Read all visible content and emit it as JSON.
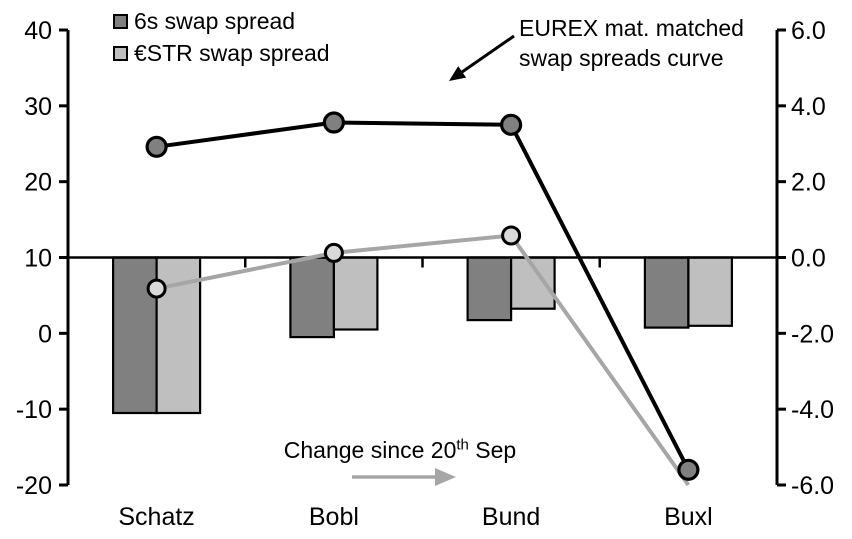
{
  "colors": {
    "series_dark": "#808080",
    "series_light": "#BFBFBF",
    "line_dark": "#000000",
    "line_gray": "#A6A6A6",
    "marker_dark_fill": "#808080",
    "marker_light_fill": "#D9D9D9",
    "axis": "#000000",
    "background": "#FFFFFF"
  },
  "legend": {
    "items": [
      {
        "label": "6s swap spread",
        "color": "#808080"
      },
      {
        "label": "€STR swap spread",
        "color": "#BFBFBF"
      }
    ]
  },
  "annotations": {
    "eurex": {
      "line1": "EUREX mat. matched",
      "line2": "swap spreads curve"
    },
    "change": {
      "prefix": "Change since 20",
      "superscript": "th",
      "suffix": " Sep"
    }
  },
  "chart_data": {
    "type": "combo (bar + line, dual axis)",
    "categories": [
      "Schatz",
      "Bobl",
      "Bund",
      "Buxl"
    ],
    "left_axis": {
      "tick_labels": [
        "40",
        "30",
        "20",
        "10",
        "0",
        "-10",
        "-20"
      ],
      "min": -20,
      "max": 40,
      "applies_to": "swap spread lines (bps)"
    },
    "right_axis": {
      "tick_labels": [
        "6.0",
        "4.0",
        "2.0",
        "0.0",
        "-2.0",
        "-4.0",
        "-6.0"
      ],
      "min": -6,
      "max": 6,
      "applies_to": "change since 20th Sep bars"
    },
    "bar_series": [
      {
        "name": "6s swap spread",
        "axis": "right",
        "color": "#808080",
        "values": [
          -4.1,
          -2.1,
          -1.65,
          -1.85
        ]
      },
      {
        "name": "€STR swap spread",
        "axis": "right",
        "color": "#BFBFBF",
        "values": [
          -4.1,
          -1.9,
          -1.35,
          -1.8
        ]
      }
    ],
    "line_series": [
      {
        "name": "€STR swap spread curve",
        "axis": "left",
        "color": "#A6A6A6",
        "marker_fill": "#D9D9D9",
        "marker_radius": 8.5,
        "line_width": 4,
        "values": [
          5.9,
          10.6,
          12.9,
          -20.0
        ],
        "markers": [
          true,
          true,
          true,
          false
        ]
      },
      {
        "name": "6s swap spread curve (EUREX mat. matched)",
        "axis": "left",
        "color": "#000000",
        "marker_fill": "#808080",
        "marker_radius": 9.5,
        "line_width": 4,
        "values": [
          24.6,
          27.8,
          27.5,
          -18.0
        ],
        "markers": [
          true,
          true,
          true,
          true
        ]
      }
    ],
    "grid": false,
    "legend_position": "top-left inside plot",
    "zero_line": "left 10 = right 0.0 shared baseline"
  }
}
